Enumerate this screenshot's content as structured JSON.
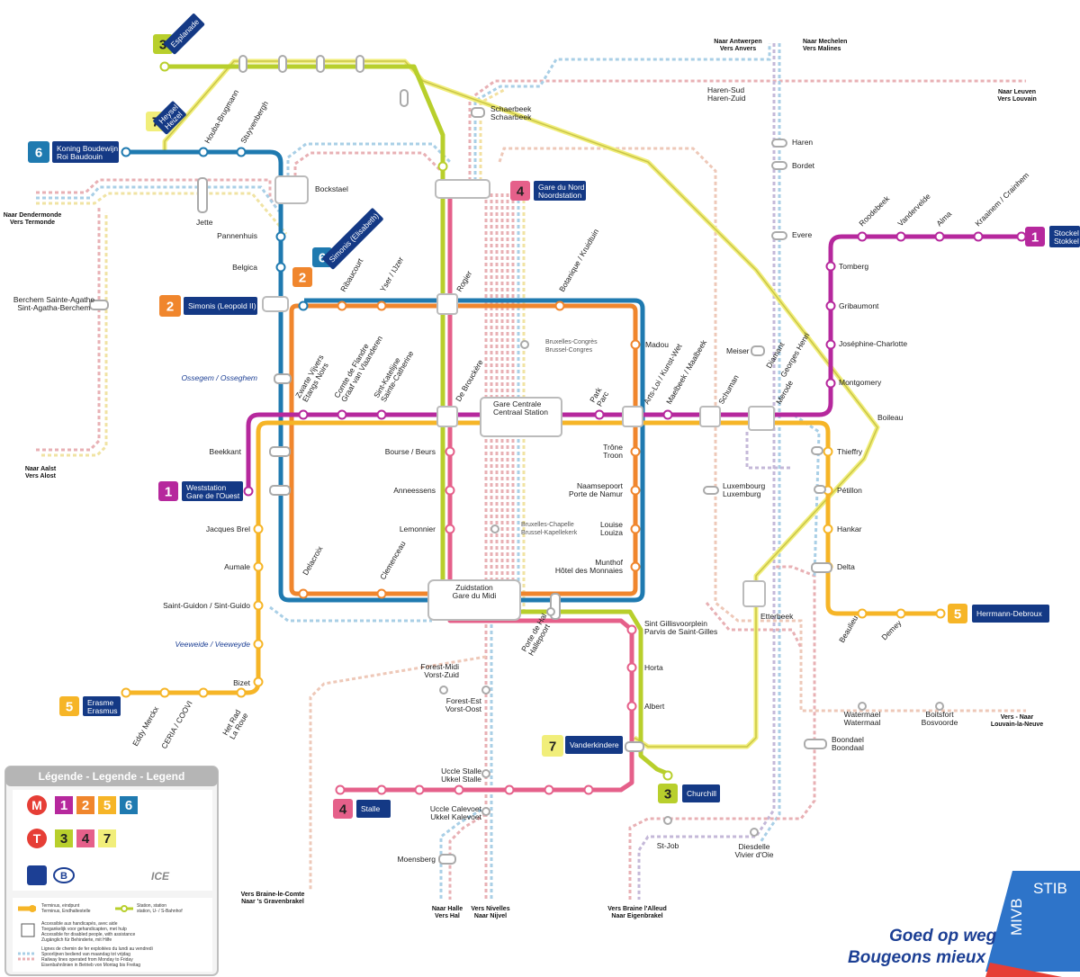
{
  "colors": {
    "line1": "#b6289d",
    "line2": "#f0862d",
    "line5": "#f6b527",
    "line6": "#1f7ab0",
    "line3": "#b8cf2c",
    "line4": "#e5608a",
    "line7": "#f1ee7a",
    "navy": "#143985",
    "rail_red": "#e8a3a8",
    "rail_blue": "#9ec9e3",
    "rail_yellow": "#f3e29b"
  },
  "terminals": [
    {
      "key": "esplanade",
      "num": "3",
      "name": "Esplanade"
    },
    {
      "key": "heysel",
      "num": "7",
      "name": "Heysel\nHeizel"
    },
    {
      "key": "roi-baudouin",
      "num": "6",
      "name": "Koning Boudewijn\nRoi Baudouin"
    },
    {
      "key": "gare-du-nord",
      "num": "4",
      "name": "Gare du Nord\nNoordstation"
    },
    {
      "key": "simonis-elisabeth",
      "num": "2 6",
      "name": "Simonis (Elisabeth)"
    },
    {
      "key": "simonis-leopold",
      "num": "2",
      "name": "Simonis (Leopold II)"
    },
    {
      "key": "stockel",
      "num": "1",
      "name": "Stockel\nStokkel"
    },
    {
      "key": "gare-ouest",
      "num": "1",
      "name": "Weststation\nGare de l'Ouest"
    },
    {
      "key": "herrmann",
      "num": "5",
      "name": "Herrmann-Debroux"
    },
    {
      "key": "erasmus",
      "num": "5",
      "name": "Erasme\nErasmus"
    },
    {
      "key": "vanderkindere",
      "num": "7",
      "name": "Vanderkindere"
    },
    {
      "key": "churchill",
      "num": "3",
      "name": "Churchill"
    },
    {
      "key": "stalle",
      "num": "4",
      "name": "Stalle"
    }
  ],
  "stations": {
    "houba": "Houba-Brugmann",
    "stuyvenbergh": "Stuyvenbergh",
    "bockstael": "Bockstael",
    "jette": "Jette",
    "pannenhuis": "Pannenhuis",
    "belgica": "Belgica",
    "ribaucourt": "Ribaucourt",
    "yser": "Yser / IJzer",
    "rogier": "Rogier",
    "botanique": "Botanique / Kruidtuin",
    "madou": "Madou",
    "arts_loi": "Arts-Loi / Kunst-Wet",
    "maalbeek": "Maelbeek / Maalbeek",
    "schuman": "Schuman",
    "merode": "Merode",
    "diamant": "Diamant",
    "georges_henri": "Georges Henri",
    "meiser": "Meiser",
    "boileau": "Boileau",
    "montgomery": "Montgomery",
    "josephine": "Joséphine-Charlotte",
    "gribaumont": "Gribaumont",
    "tomberg": "Tomberg",
    "roodebeek": "Roodebeek",
    "vandervelde": "Vandervelde",
    "alma": "Alma",
    "kraainem": "Kraainem / Crainhem",
    "thieffry": "Thieffry",
    "petillon": "Pétillon",
    "hankar": "Hankar",
    "delta": "Delta",
    "beaulieu": "Beaulieu",
    "demey": "Demey",
    "etterbeek": "Etterbeek",
    "ossegem": "Ossegem / Osseghem",
    "zwarte": "Zwarte Vijvers\nEtangs Noirs",
    "comte": "Comte de Flandre\nGraaf van Vlaanderen",
    "sainte_catherine": "Sint-Katelijne\nSainte-Catherine",
    "de_brouckere": "De Brouckère",
    "gare_centrale": "Gare Centrale\nCentraal Station",
    "parc": "Park\nParc",
    "beekkant": "Beekkant",
    "bourse": "Bourse / Beurs",
    "anneessens": "Anneessens",
    "lemonnier": "Lemonnier",
    "trone": "Trône\nTroon",
    "namur": "Naamsepoort\nPorte de Namur",
    "louise": "Louise\nLouiza",
    "monnaies": "Munthof\nHôtel des Monnaies",
    "jacques_brel": "Jacques Brel",
    "aumale": "Aumale",
    "saint_guidon": "Saint-Guidon / Sint-Guido",
    "veeweide": "Veeweide / Veeweyde",
    "bizet": "Bizet",
    "eddy": "Eddy Merckx",
    "ceria": "CERIA / COOVI",
    "het_rad": "Het Rad\nLa Roue",
    "delacroix": "Delacroix",
    "clemenceau": "Clemenceau",
    "gare_midi": "Zuidstation\nGare du Midi",
    "porte_hal": "Porte de Hal\nHallepoort",
    "parvis": "Sint Gillisvoorplein\nParvis de Saint-Gilles",
    "horta": "Horta",
    "albert": "Albert",
    "schaerbeek": "Schaerbeek\nSchaarbeek",
    "haren_sud": "Haren-Sud\nHaren-Zuid",
    "haren": "Haren",
    "bordet": "Bordet",
    "evere": "Evere",
    "berchem": "Berchem Sainte-Agathe\nSint-Agatha-Berchem",
    "bxl_congres": "Bruxelles-Congrès\nBrussel-Congres",
    "bxl_chapelle": "Bruxelles-Chapelle\nBrussel-Kapellekerk",
    "luxembourg": "Luxembourg\nLuxemburg",
    "forest_midi": "Forest-Midi\nVorst-Zuid",
    "forest_est": "Forest-Est\nVorst-Oost",
    "uccle_stalle": "Uccle Stalle\nUkkel Stalle",
    "uccle_calevoet": "Uccle Calevoet\nUkkel Kalevoet",
    "moensberg": "Moensberg",
    "st_job": "St-Job",
    "diesdelle": "Diesdelle\nVivier d'Oie",
    "watermael": "Watermael\nWatermaal",
    "boitsfort": "Boitsfort\nBosvoorde",
    "boondael": "Boondael\nBoondaal"
  },
  "directions": {
    "antwerpen": "Naar Antwerpen\nVers Anvers",
    "mechelen": "Naar Mechelen\nVers Malines",
    "leuven": "Naar Leuven\nVers Louvain",
    "dendermonde": "Naar Dendermonde\nVers Termonde",
    "aalst": "Naar Aalst\nVers Alost",
    "louvain_neuve": "Vers - Naar\nLouvain-la-Neuve",
    "braine_comte": "Vers Braine-le-Comte\nNaar 's Gravenbrakel",
    "halle": "Naar Halle\nVers Hal",
    "nivelles": "Vers Nivelles\nNaar Nijvel",
    "braine_alleud": "Vers Braine l'Alleud\nNaar Eigenbrakel"
  },
  "legend": {
    "title": "Légende - Legende - Legend",
    "metro_lines": [
      "1",
      "2",
      "5",
      "6"
    ],
    "tram_lines": [
      "3",
      "4",
      "7"
    ],
    "metro_icon": "M",
    "tram_icon": "T",
    "train_icons": "ICE",
    "terminus": "Terminus, eindpunt\nTerminus, Endhaltestelle",
    "station": "Station, station\nstation, U- / S-Bahnhof",
    "accessible": "Accessible aux handicapés, avec aide\nToegankelijk voor gehandicapten, met hulp\nAccessible for disabled people, with assistance\nZugänglich für Behinderte, mit Hilfe",
    "railway": "Lignes de chemin de fer exploitées du lundi au vendredi\nSpoorlijnen bediend van maandag tot vrijdag\nRailway lines operated from Monday to Friday\nEisenbahnlinien in Betrieb von Montag bis Freitag"
  },
  "branding": {
    "slogan1": "Goed op weg",
    "slogan2": "Bougeons mieux",
    "brand1": "MIVB",
    "brand2": "STIB"
  }
}
